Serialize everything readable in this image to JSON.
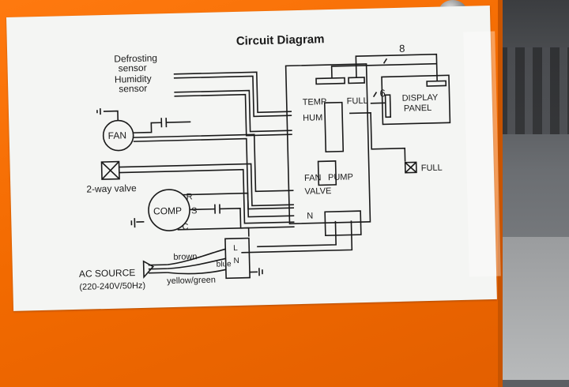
{
  "diagram": {
    "title": "Circuit Diagram",
    "sensors": {
      "defrost_line1": "Defrosting",
      "defrost_line2": "sensor",
      "humidity_line1": "Humidity",
      "humidity_line2": "sensor"
    },
    "components": {
      "fan": "FAN",
      "valve": "2-way valve",
      "comp": "COMP",
      "comp_r": "R",
      "comp_s": "S",
      "comp_c": "C"
    },
    "board": {
      "temp": "TEMP",
      "hum": "HUM",
      "full": "FULL",
      "fan": "FAN",
      "pump": "PUMP",
      "valve": "VALVE",
      "n": "N"
    },
    "display": {
      "line1": "DISPLAY",
      "line2": "PANEL"
    },
    "full_switch": "FULL",
    "wire_8": "8",
    "wire_6": "6",
    "ac": {
      "title": "AC SOURCE",
      "spec": "(220-240V/50Hz)",
      "brown": "brown",
      "blue": "blue",
      "yg": "yellow/green",
      "l": "L",
      "n": "N"
    }
  }
}
